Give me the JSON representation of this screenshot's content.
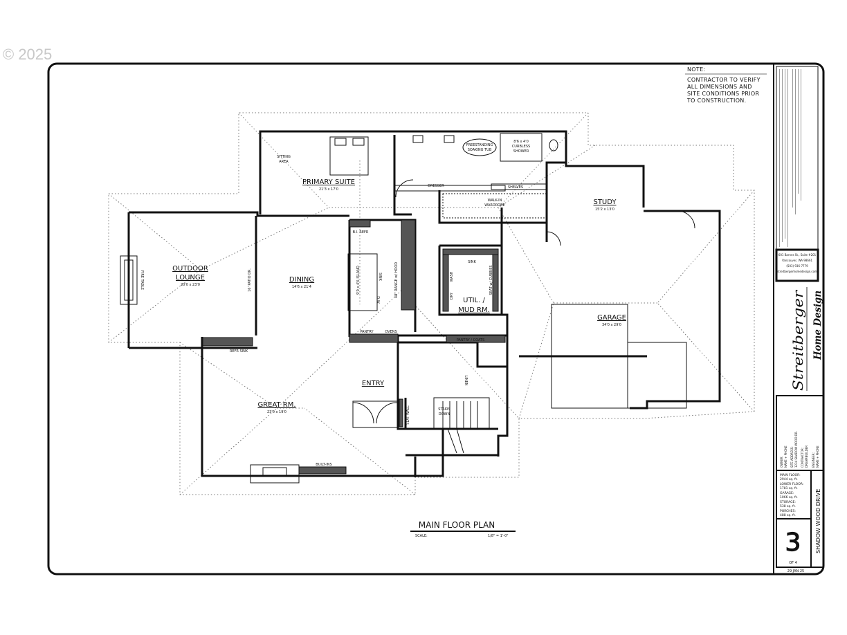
{
  "copyright": "© 2025",
  "note": {
    "heading": "NOTE:",
    "lines": [
      "CONTRACTOR TO VERIFY",
      "ALL DIMENSIONS AND",
      "SITE CONDITIONS PRIOR",
      "TO CONSTRUCTION."
    ]
  },
  "rooms": {
    "primary_suite": {
      "name": "PRIMARY SUITE",
      "size": "21'3 x 17'0"
    },
    "outdoor_lounge": {
      "name1": "OUTDOOR",
      "name2": "LOUNGE",
      "size": "20'0 x 23'0"
    },
    "dining": {
      "name": "DINING",
      "size": "14'6 x 21'4"
    },
    "study": {
      "name": "STUDY",
      "size": "15'2 x 13'0"
    },
    "garage": {
      "name": "GARAGE",
      "size": "34'0 x 29'0"
    },
    "util": {
      "name1": "UTIL. /",
      "name2": "MUD RM."
    },
    "great_rm": {
      "name": "GREAT RM.",
      "size": "23'0 x 19'0"
    },
    "entry": {
      "name": "ENTRY"
    }
  },
  "fixtures": {
    "sitting_area": [
      "SITTING",
      "AREA"
    ],
    "soaking_tub": [
      "FREESTANDING",
      "SOAKING TUB"
    ],
    "shower": [
      "8'6 x 4'0",
      "CURBLESS",
      "SHOWER"
    ],
    "dresser": "DRESSER",
    "shelves": "SHELVES",
    "wardrobe": [
      "WALK-IN",
      "WARDROBE"
    ],
    "fire_table": "FIRE TABLE",
    "patio_dr": "16' PATIO DR.",
    "bi_refr": "B.I. REFR",
    "island": "9'0 x 4'6 ISLAND",
    "sink": "SINK",
    "dw": "D.W.",
    "range": "48\" RANGE w/ HOOD",
    "pantry": "PANTRY",
    "ovens": "OVENS",
    "pantry_coats": "PANTRY / COATS",
    "util_sink": "SINK",
    "dry": "DRY",
    "wash": "WASH",
    "seat_cubbies": "SEAT w/ CUBBIES",
    "refr_sink": "REFR   SINK",
    "linen": "LINEN",
    "stairs": [
      "STAIRS",
      "DOWN"
    ],
    "slat_wall": "SLAT WALL",
    "built_ins": "BUILT-INS"
  },
  "plan_title": {
    "title": "MAIN FLOOR PLAN",
    "scale_label": "SCALE:",
    "scale": "1/8\" = 1'-0\""
  },
  "title_block": {
    "designer_address": [
      "601 Barnes St., Suite #201",
      "Vancouver, WA 98661",
      "(503) 936-7779",
      "streitbergerhomedesign.com"
    ],
    "logo": [
      "Streitberger",
      "Home Design"
    ],
    "project_info": [
      "OWNER:",
      "NAME + PHONE",
      "SITE ADDRESS:",
      "1234 SHADOW WOOD DR.",
      "CONTRACTOR:",
      "DREAMBUILDER",
      "ENGINEER:",
      "NAME + PHONE"
    ],
    "areas": [
      {
        "label": "MAIN FLOOR:",
        "value": "2944 sq. ft."
      },
      {
        "label": "LOWER FLOOR:",
        "value": "1781 sq. ft."
      },
      {
        "label": "GARAGE:",
        "value": "1066 sq. ft."
      },
      {
        "label": "STORAGE:",
        "value": "538 sq. ft."
      },
      {
        "label": "PORCHES:",
        "value": "488 sq. ft."
      }
    ],
    "project_name": "SHADOW WOOD DRIVE",
    "sheet_number": "3",
    "sheet_of": "OF 4",
    "date": "29 JAN 25"
  }
}
